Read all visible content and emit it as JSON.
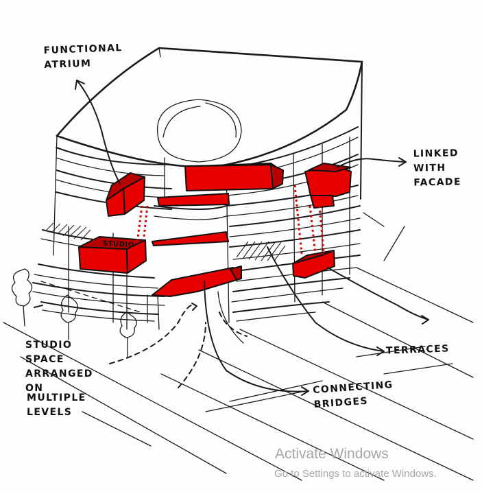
{
  "labels": {
    "functional_atrium": "FUNCTIONAL\nATRIUM",
    "linked_facade": "LINKED\nWITH\nFACADE",
    "terraces": "TERRACES",
    "connecting_bridges": "CONNECTING\nBRIDGES",
    "studio_space": "STUDIO\nSPACE\nARRANGED\nON",
    "multiple_levels": "MULTIPLE\nLEVELS",
    "studio_block": "STUDIO"
  },
  "watermark": {
    "title": "Activate Windows",
    "subtitle": "Go to Settings to activate Windows."
  },
  "colors": {
    "ink": "#1a1a1a",
    "accent_red": "#e60000",
    "paper": "#fdfdfd",
    "watermark": "#a7a7a7"
  }
}
